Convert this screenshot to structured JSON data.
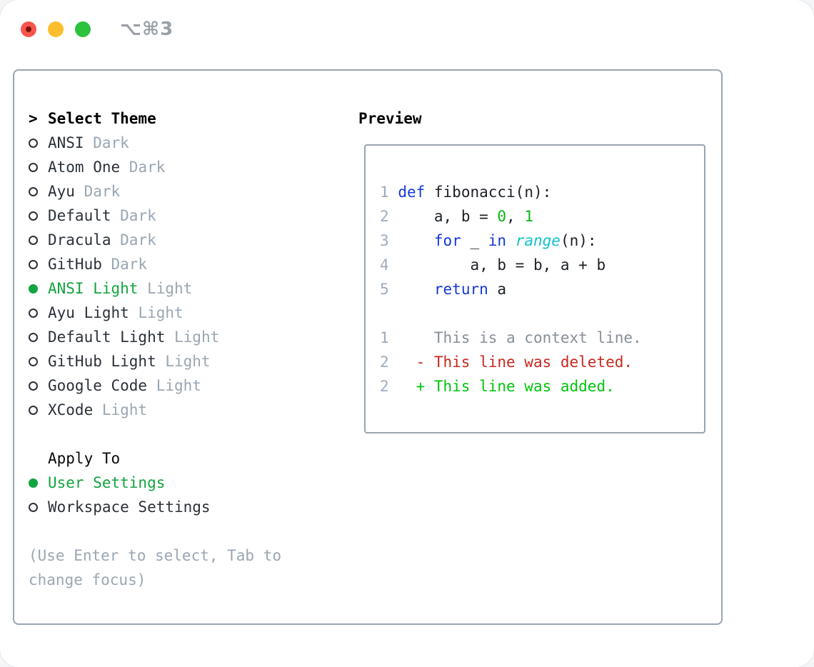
{
  "window": {
    "title": "⌥⌘3"
  },
  "colors": {
    "border": "#9aa4b0",
    "text": "#2b313a",
    "muted": "#9aa6b3",
    "green": "#12a43e",
    "blue": "#1438dc",
    "cyan": "#10c2cd",
    "code_green": "#0ab512",
    "red": "#c9281f",
    "added": "#00c40d",
    "context": "#878f98",
    "line_number": "#9fabbd"
  },
  "theme_list": {
    "prompt": ">",
    "header": "Select Theme",
    "items": [
      {
        "name": "ANSI",
        "variant": "Dark",
        "selected": false
      },
      {
        "name": "Atom One",
        "variant": "Dark",
        "selected": false
      },
      {
        "name": "Ayu",
        "variant": "Dark",
        "selected": false
      },
      {
        "name": "Default",
        "variant": "Dark",
        "selected": false
      },
      {
        "name": "Dracula",
        "variant": "Dark",
        "selected": false
      },
      {
        "name": "GitHub",
        "variant": "Dark",
        "selected": false
      },
      {
        "name": "ANSI Light",
        "variant": "Light",
        "selected": true
      },
      {
        "name": "Ayu Light",
        "variant": "Light",
        "selected": false
      },
      {
        "name": "Default Light",
        "variant": "Light",
        "selected": false
      },
      {
        "name": "GitHub Light",
        "variant": "Light",
        "selected": false
      },
      {
        "name": "Google Code",
        "variant": "Light",
        "selected": false
      },
      {
        "name": "XCode",
        "variant": "Light",
        "selected": false
      }
    ]
  },
  "apply_to": {
    "header": "Apply To",
    "options": [
      {
        "label": "User Settings",
        "selected": true
      },
      {
        "label": "Workspace Settings",
        "selected": false
      }
    ]
  },
  "hint": "(Use Enter to select, Tab to change focus)",
  "preview": {
    "header": "Preview",
    "code_lines": [
      {
        "num": "1",
        "tokens": [
          [
            "k",
            "def"
          ],
          [
            "p",
            " fibonacci(n):"
          ]
        ]
      },
      {
        "num": "2",
        "tokens": [
          [
            "p",
            "    a, b = "
          ],
          [
            "n",
            "0"
          ],
          [
            "p",
            ", "
          ],
          [
            "n",
            "1"
          ]
        ]
      },
      {
        "num": "3",
        "tokens": [
          [
            "p",
            "    "
          ],
          [
            "k",
            "for"
          ],
          [
            "p",
            " _ "
          ],
          [
            "k",
            "in"
          ],
          [
            "p",
            " "
          ],
          [
            "f",
            "range"
          ],
          [
            "p",
            "(n):"
          ]
        ]
      },
      {
        "num": "4",
        "tokens": [
          [
            "p",
            "        a, b = b, a + b"
          ]
        ]
      },
      {
        "num": "5",
        "tokens": [
          [
            "p",
            "    "
          ],
          [
            "k",
            "return"
          ],
          [
            "p",
            " a"
          ]
        ]
      }
    ],
    "diff_lines": [
      {
        "num": "1",
        "sign": " ",
        "text": "This is a context line.",
        "kind": "context"
      },
      {
        "num": "2",
        "sign": "-",
        "text": "This line was deleted.",
        "kind": "deleted"
      },
      {
        "num": "2",
        "sign": "+",
        "text": "This line was added.",
        "kind": "added"
      }
    ]
  }
}
